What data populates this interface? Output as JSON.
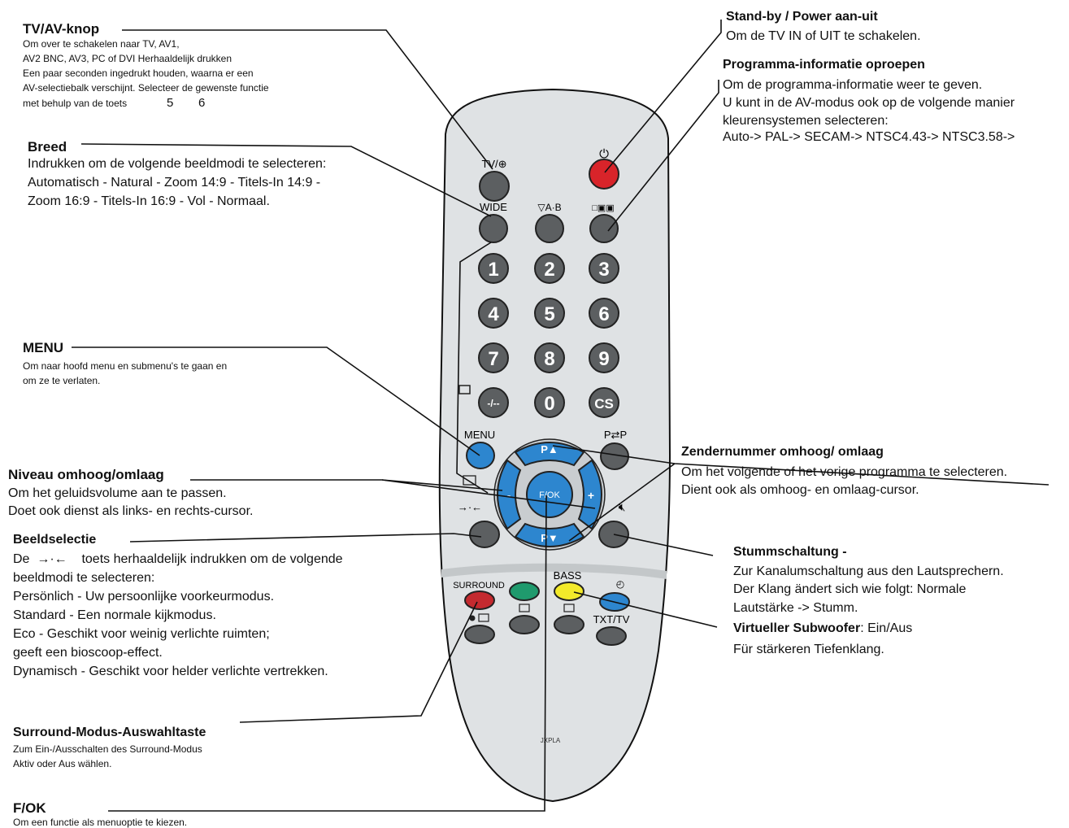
{
  "annotations": {
    "tvav": {
      "title": "TV/AV-knop",
      "lines": [
        "Om over te schakelen naar TV, AV1,",
        "AV2 BNC, AV3, PC of DVI Herhaaldelijk drukken",
        "Een paar seconden ingedrukt houden, waarna er een",
        "AV-selectiebalk verschijnt. Selecteer de gewenste functie",
        "met behulp van de toets"
      ],
      "keys": [
        "5",
        "6"
      ]
    },
    "breed": {
      "title": "Breed",
      "lines": [
        "Indrukken om de volgende beeldmodi te selecteren:",
        "Automatisch - Natural  - Zoom 14:9 - Titels-In 14:9 -",
        "Zoom  16:9 - Titels-In 16:9 - Vol - Normaal."
      ]
    },
    "menu": {
      "title": "MENU",
      "lines": [
        "Om naar hoofd menu en submenu's te gaan en",
        "om ze te verlaten."
      ]
    },
    "niveau": {
      "title": "Niveau omhoog/omlaag",
      "lines": [
        "Om het geluidsvolume aan te passen.",
        "Doet ook dienst als links- en rechts-cursor."
      ]
    },
    "beeldselectie": {
      "title": "Beeldselectie",
      "line1_prefix": "De",
      "line1_symbol": "→·←",
      "line1_suffix": "toets herhaaldelijk indrukken om de volgende",
      "lines": [
        "beeldmodi te selecteren:",
        "Persönlich - Uw persoonlijke voorkeurmodus.",
        "Standard - Een normale kijkmodus.",
        "Eco - Geschikt voor weinig verlichte ruimten;",
        "geeft een bioscoop-effect.",
        "Dynamisch - Geschikt voor helder verlichte vertrekken."
      ]
    },
    "surround": {
      "title": "Surround-Modus-Auswahltaste",
      "lines": [
        "Zum Ein-/Ausschalten des Surround-Modus",
        " Aktiv oder Aus wählen."
      ]
    },
    "fok": {
      "title": "F/OK",
      "lines": [
        "Om een functie als menuoptie te kiezen."
      ]
    },
    "standby": {
      "title": "Stand-by / Power aan-uit",
      "lines": [
        "Om de TV IN of UIT te schakelen."
      ]
    },
    "programma": {
      "title": "Programma-informatie oproepen",
      "lines": [
        "Om de programma-informatie weer te geven.",
        "U kunt in de AV-modus ook op de volgende manier",
        "kleurensystemen selecteren:",
        "Auto-> PAL-> SECAM-> NTSC4.43-> NTSC3.58->"
      ]
    },
    "zender": {
      "title": "Zendernummer omhoog/ omlaag",
      "lines": [
        "Om het volgende of het vorige programma te selecteren.",
        "Dient ook als omhoog- en omlaag-cursor."
      ]
    },
    "stumm": {
      "title": "Stummschaltung -",
      "lines": [
        "Zur Kanalumschaltung aus den Lautsprechern.",
        "Der Klang ändert sich wie folgt: Normale",
        "Lautstärke -> Stumm."
      ]
    },
    "subwoofer": {
      "title": "Virtueller Subwoofer",
      "title_suffix": ": Ein/Aus",
      "lines": [
        "Für stärkeren Tiefenklang."
      ]
    }
  },
  "remote": {
    "model": "JXPLA",
    "labels": {
      "tvav": "TV/⊕",
      "power": "⏻",
      "wide": "WIDE",
      "ab": "▽A·B",
      "info": "□▣▣",
      "menu": "MENU",
      "pp": "P⇄P",
      "surround": "SURROUND",
      "bass": "BASS",
      "txt": "TXT/TV",
      "clock": "◴"
    },
    "digits": [
      "1",
      "2",
      "3",
      "4",
      "5",
      "6",
      "7",
      "8",
      "9",
      "-/--",
      "0",
      "CS"
    ],
    "dpad": {
      "up": "P▲",
      "down": "P▼",
      "center": "F/OK",
      "left": "-",
      "right": "+"
    },
    "colors": {
      "body": "#dfe2e4",
      "button_gray": "#5c5f61",
      "power_red": "#d8242a",
      "blue": "#2d86cf",
      "red": "#c42a2f",
      "green": "#1f9a6d",
      "yellow": "#f3ea2a"
    }
  }
}
